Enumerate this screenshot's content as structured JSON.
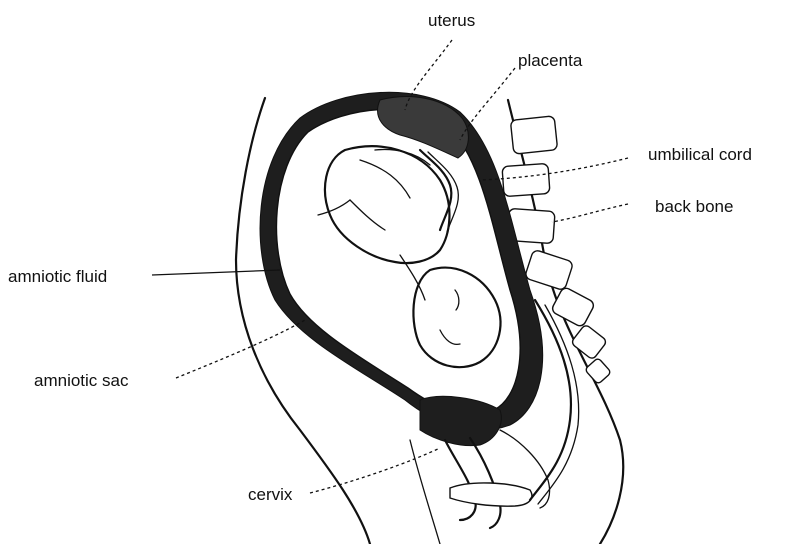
{
  "labels": {
    "uterus": "uterus",
    "placenta": "placenta",
    "umbilical_cord": "umbilical cord",
    "back_bone": "back bone",
    "amniotic_fluid": "amniotic fluid",
    "amniotic_sac": "amniotic sac",
    "cervix": "cervix"
  }
}
